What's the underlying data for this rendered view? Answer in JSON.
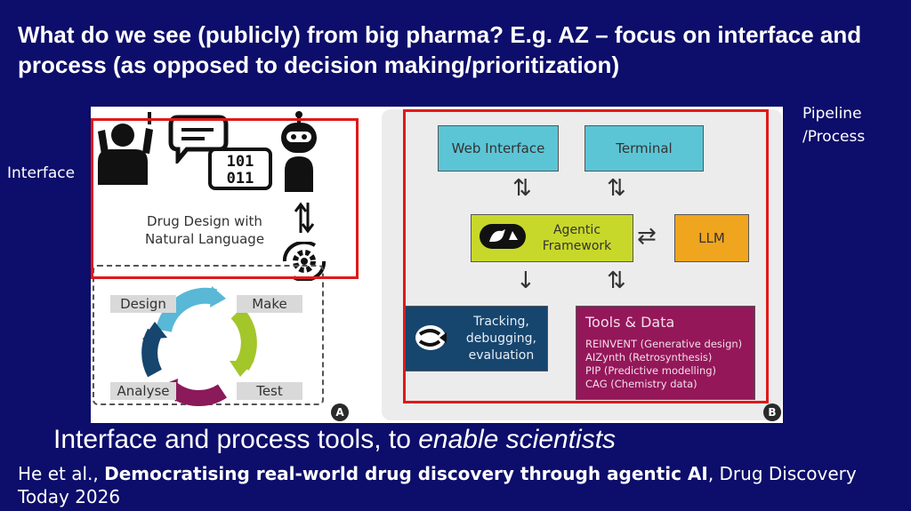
{
  "slide": {
    "title": "What do we see (publicly) from big pharma?  E.g. AZ – focus on interface and process (as opposed to decision making/prioritization)",
    "interface_label": "Interface",
    "pipeline_label": "Pipeline /Process",
    "subtitle_plain": "Interface and process tools, to ",
    "subtitle_emph": "enable scientists",
    "citation_authors": "He et al., ",
    "citation_title": "Democratising real-world drug discovery through agentic AI",
    "citation_journal": ", Drug Discovery Today 2026"
  },
  "figure": {
    "panel_a": {
      "code_top": "101",
      "code_bottom": "011",
      "caption_line1": "Drug Design with",
      "caption_line2": "Natural Language",
      "cycle": [
        "Design",
        "Make",
        "Test",
        "Analyse"
      ],
      "letter": "A"
    },
    "panel_b": {
      "web_interface": "Web Interface",
      "terminal": "Terminal",
      "agentic_line1": "Agentic",
      "agentic_line2": "Framework",
      "llm": "LLM",
      "tracking_line1": "Tracking,",
      "tracking_line2": "debugging,",
      "tracking_line3": "evaluation",
      "tools_title": "Tools & Data",
      "tools_items": [
        "REINVENT (Generative design)",
        "AIZynth (Retrosynthesis)",
        "PIP (Predictive modelling)",
        "CAG (Chemistry data)"
      ],
      "letter": "B"
    }
  },
  "colors": {
    "background": "#0d0d6b",
    "highlight_red": "#e01919",
    "cyan": "#5bc5d6",
    "lime": "#c8d82a",
    "orange": "#f0a51e",
    "navy": "#16456e",
    "purple": "#94175a"
  },
  "icons": [
    "person-raising-hand-icon",
    "chat-bubble-icon",
    "binary-code-icon",
    "robot-icon",
    "swap-arrows-icon",
    "gear-cycle-icon",
    "cycle-arrows-icon",
    "bird-logo-icon",
    "fish-logo-icon"
  ]
}
